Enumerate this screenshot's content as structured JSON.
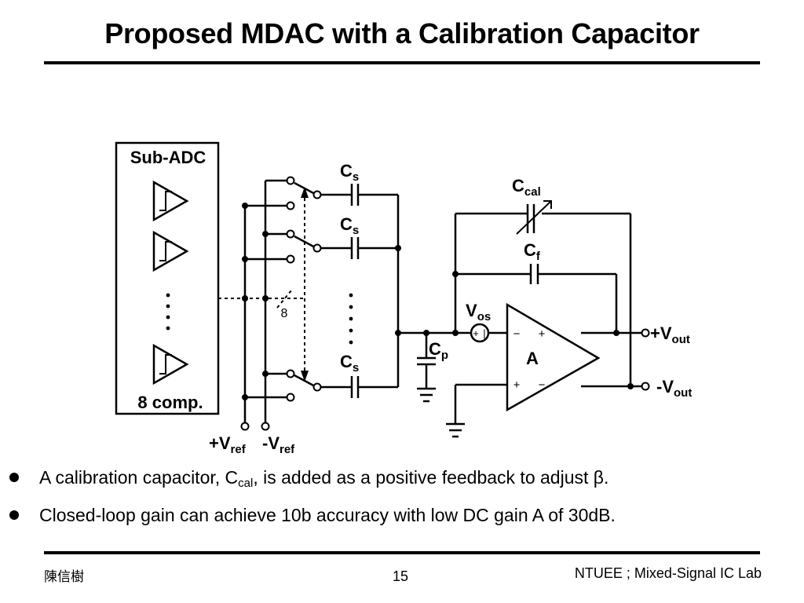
{
  "slide": {
    "title": "Proposed MDAC with a Calibration Capacitor"
  },
  "diagram": {
    "sub_adc_label": "Sub-ADC",
    "comp_label": "8 comp.",
    "bus_width": "8",
    "cs_main": "C",
    "cs_sub": "s",
    "ccal_main": "C",
    "ccal_sub": "cal",
    "cf_main": "C",
    "cf_sub": "f",
    "cp_main": "C",
    "cp_sub": "p",
    "vos_main": "V",
    "vos_sub": "os",
    "amp_label": "A",
    "vout_pos_main": "+V",
    "vout_neg_main": "-V",
    "vout_sub": "out",
    "vref_pos_main": "+V",
    "vref_neg_main": "-V",
    "vref_sub": "ref",
    "plus_sign": "+",
    "minus_sign": "−"
  },
  "bullets": {
    "b1_pre": "A calibration capacitor, C",
    "b1_sub": "cal",
    "b1_post": ", is added as a positive feedback to adjust β.",
    "b2": "Closed-loop gain can achieve 10b accuracy with low DC gain A of 30dB."
  },
  "footer": {
    "author": "陳信樹",
    "page": "15",
    "lab": "NTUEE ; Mixed-Signal IC Lab"
  }
}
